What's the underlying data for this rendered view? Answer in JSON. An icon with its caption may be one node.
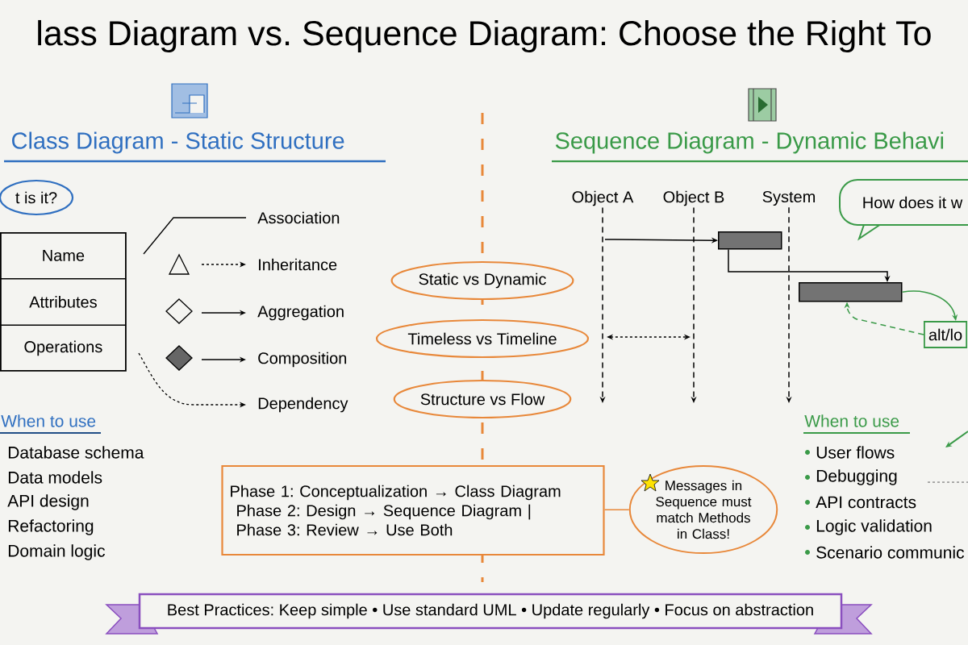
{
  "diagram": {
    "title": "lass Diagram vs. Sequence Diagram: Choose the Right To",
    "nodes": [
      {
        "text": [
          "t is it?"
        ]
      },
      {
        "text": [
          "Name",
          "Attributes",
          "Operations"
        ]
      },
      {
        "text": [
          "Static vs Dynamic"
        ]
      },
      {
        "text": [
          "Timeless vs Timeline"
        ]
      },
      {
        "text": [
          "Structure vs Flow"
        ]
      },
      {
        "text": [
          "Phase 1: Conceptualization → Class Diagram",
          "Phase 2: Design → Sequence Diagram |",
          "Phase 3: Review → Use Both"
        ]
      },
      {
        "text": [
          "Messages in Sequence must match Methods in Class!"
        ]
      },
      {
        "text": [
          "Object A"
        ]
      },
      {
        "text": [
          "Object B"
        ]
      },
      {
        "text": [
          "System"
        ]
      },
      {
        "text": [],
        "shape": "bar"
      },
      {
        "text": [],
        "shape": "bar"
      },
      {
        "text": [
          "How does it w"
        ]
      },
      {
        "text": [
          "alt/lo"
        ]
      },
      {
        "text": [
          "Best Practices: Keep simple • Use standard UML • Update regularly • Focus on abstraction"
        ]
      }
    ],
    "edges": [
      {
        "from": null,
        "to": 10,
        "arrow": "to"
      },
      {
        "from": 10,
        "to": 11,
        "arrow": "to"
      },
      {
        "from": 11,
        "to": 13,
        "arrow": "to",
        "color": "#3a9a48"
      },
      {
        "from": 13,
        "to": 11,
        "arrow": "to",
        "style": "dashed",
        "color": "#3a9a48"
      },
      {
        "from": 5,
        "to": 6,
        "arrow": "none",
        "color": "#e8883a"
      },
      {
        "from": 7,
        "to": null,
        "arrow": "to",
        "style": "dashed"
      },
      {
        "from": 8,
        "to": null,
        "arrow": "to",
        "style": "dashed"
      },
      {
        "from": 9,
        "to": null,
        "arrow": "to",
        "style": "dashed"
      }
    ],
    "labels": [
      "Class Diagram - Static Structure",
      "Sequence Diagram - Dynamic Behavi",
      "When to use",
      "Database schema",
      "Data models",
      "API design",
      "Refactoring",
      "Domain logic",
      "When to use",
      "User flows",
      "Debugging",
      "API contracts",
      "Logic validation",
      "Scenario communic"
    ],
    "legend": [
      {
        "text": "Association"
      },
      {
        "text": "Inheritance"
      },
      {
        "text": "Aggregation"
      },
      {
        "text": "Composition"
      },
      {
        "text": "Dependency"
      }
    ]
  }
}
